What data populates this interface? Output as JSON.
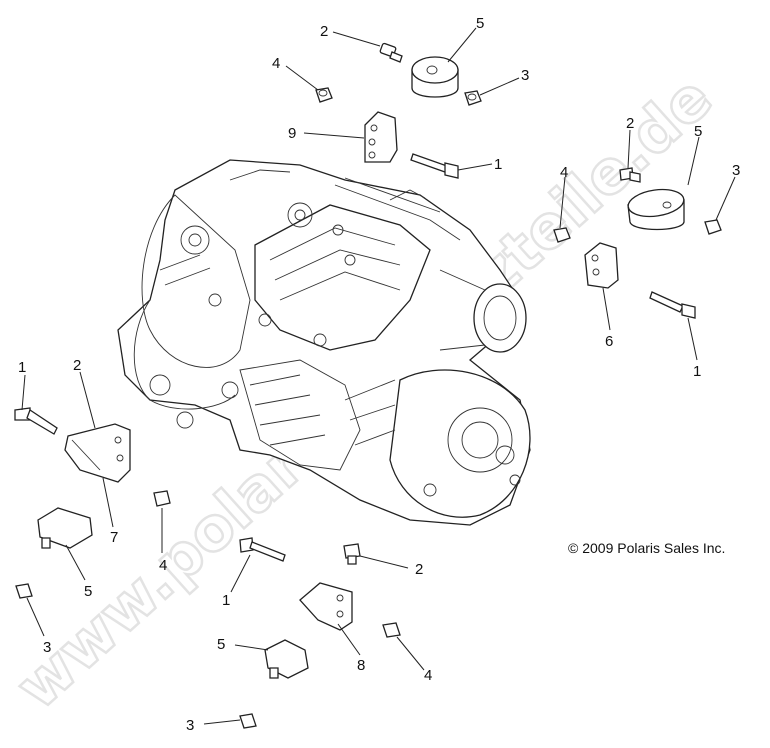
{
  "watermark": "www.polaris-ersatzteile.de",
  "copyright": "© 2009 Polaris Sales Inc.",
  "callouts": [
    {
      "id": "c2-top",
      "text": "2"
    },
    {
      "id": "c5-top",
      "text": "5"
    },
    {
      "id": "c4-top",
      "text": "4"
    },
    {
      "id": "c3-top",
      "text": "3"
    },
    {
      "id": "c9",
      "text": "9"
    },
    {
      "id": "c1-top",
      "text": "1"
    },
    {
      "id": "c2-right",
      "text": "2"
    },
    {
      "id": "c5-right",
      "text": "5"
    },
    {
      "id": "c4-right",
      "text": "4"
    },
    {
      "id": "c3-right",
      "text": "3"
    },
    {
      "id": "c6",
      "text": "6"
    },
    {
      "id": "c1-right",
      "text": "1"
    },
    {
      "id": "c1-left",
      "text": "1"
    },
    {
      "id": "c2-left",
      "text": "2"
    },
    {
      "id": "c7",
      "text": "7"
    },
    {
      "id": "c4-left",
      "text": "4"
    },
    {
      "id": "c5-left",
      "text": "5"
    },
    {
      "id": "c3-left",
      "text": "3"
    },
    {
      "id": "c1-bottom",
      "text": "1"
    },
    {
      "id": "c2-bottom",
      "text": "2"
    },
    {
      "id": "c5-bottom",
      "text": "5"
    },
    {
      "id": "c8",
      "text": "8"
    },
    {
      "id": "c4-bottom",
      "text": "4"
    },
    {
      "id": "c3-bottom",
      "text": "3"
    }
  ]
}
